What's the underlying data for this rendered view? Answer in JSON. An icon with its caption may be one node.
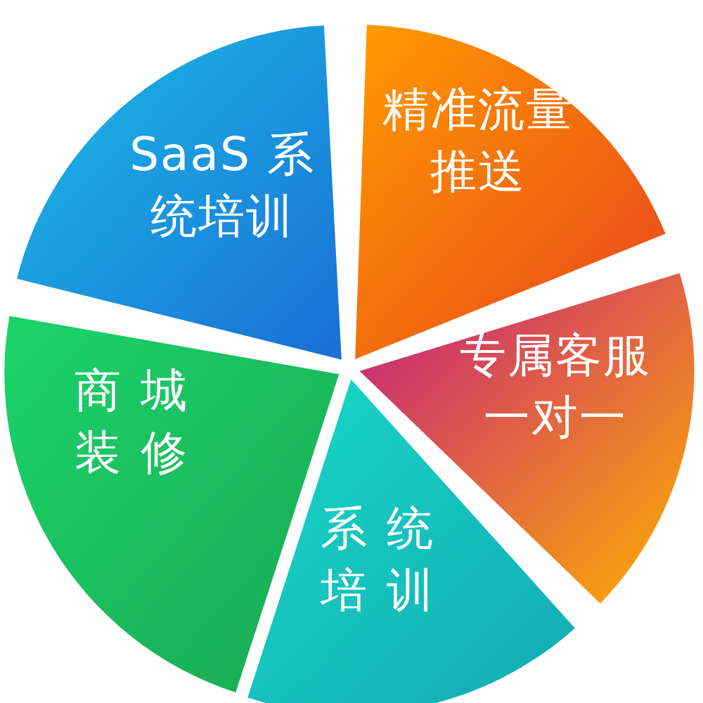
{
  "diagram": {
    "nodes": [
      {
        "text": [
          "SaaS 系统培训"
        ]
      },
      {
        "text": [
          "精准流量推送"
        ]
      },
      {
        "text": [
          "专属客服一对一"
        ]
      },
      {
        "text": [
          "系统培训"
        ]
      },
      {
        "text": [
          "商城装修"
        ]
      }
    ]
  }
}
